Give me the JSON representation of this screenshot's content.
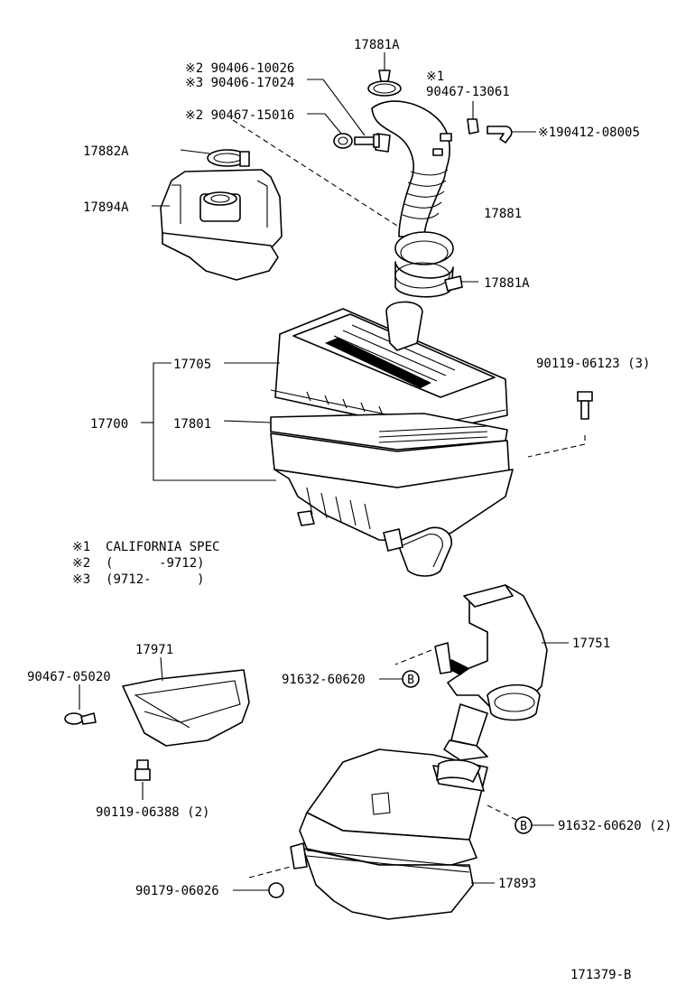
{
  "labels": {
    "p17881A_top": "17881A",
    "note2_904061": "※2 90406-10026",
    "note3_904061": "※3 90406-17024",
    "note1_mark": "※1",
    "p9046713061": "90467-13061",
    "note2_9046715016": "※2 90467-15016",
    "p17882A": "17882A",
    "p9041208005": "※190412-08005",
    "p17894A": "17894A",
    "p17881": "17881",
    "p17881A_bottom": "17881A",
    "p17705": "17705",
    "p9011906123": "90119-06123 (3)",
    "p17700": "17700",
    "p17801": "17801",
    "p17751": "17751",
    "p17971": "17971",
    "p9046705020": "90467-05020",
    "p9163260620_a": "91632-60620",
    "p9011906388": "90119-06388 (2)",
    "p9163260620_b": "91632-60620 (2)",
    "p9017906026": "90179-06026",
    "p17893": "17893",
    "callout_b": "B",
    "diagram_id": "171379-B"
  },
  "notes": [
    "※1  CALIFORNIA SPEC",
    "※2  (      -9712)",
    "※3  (9712-      )"
  ],
  "icons": {
    "callout": "circled-letter-icon",
    "screw": "screw-icon",
    "clamp": "hose-clamp-icon"
  }
}
